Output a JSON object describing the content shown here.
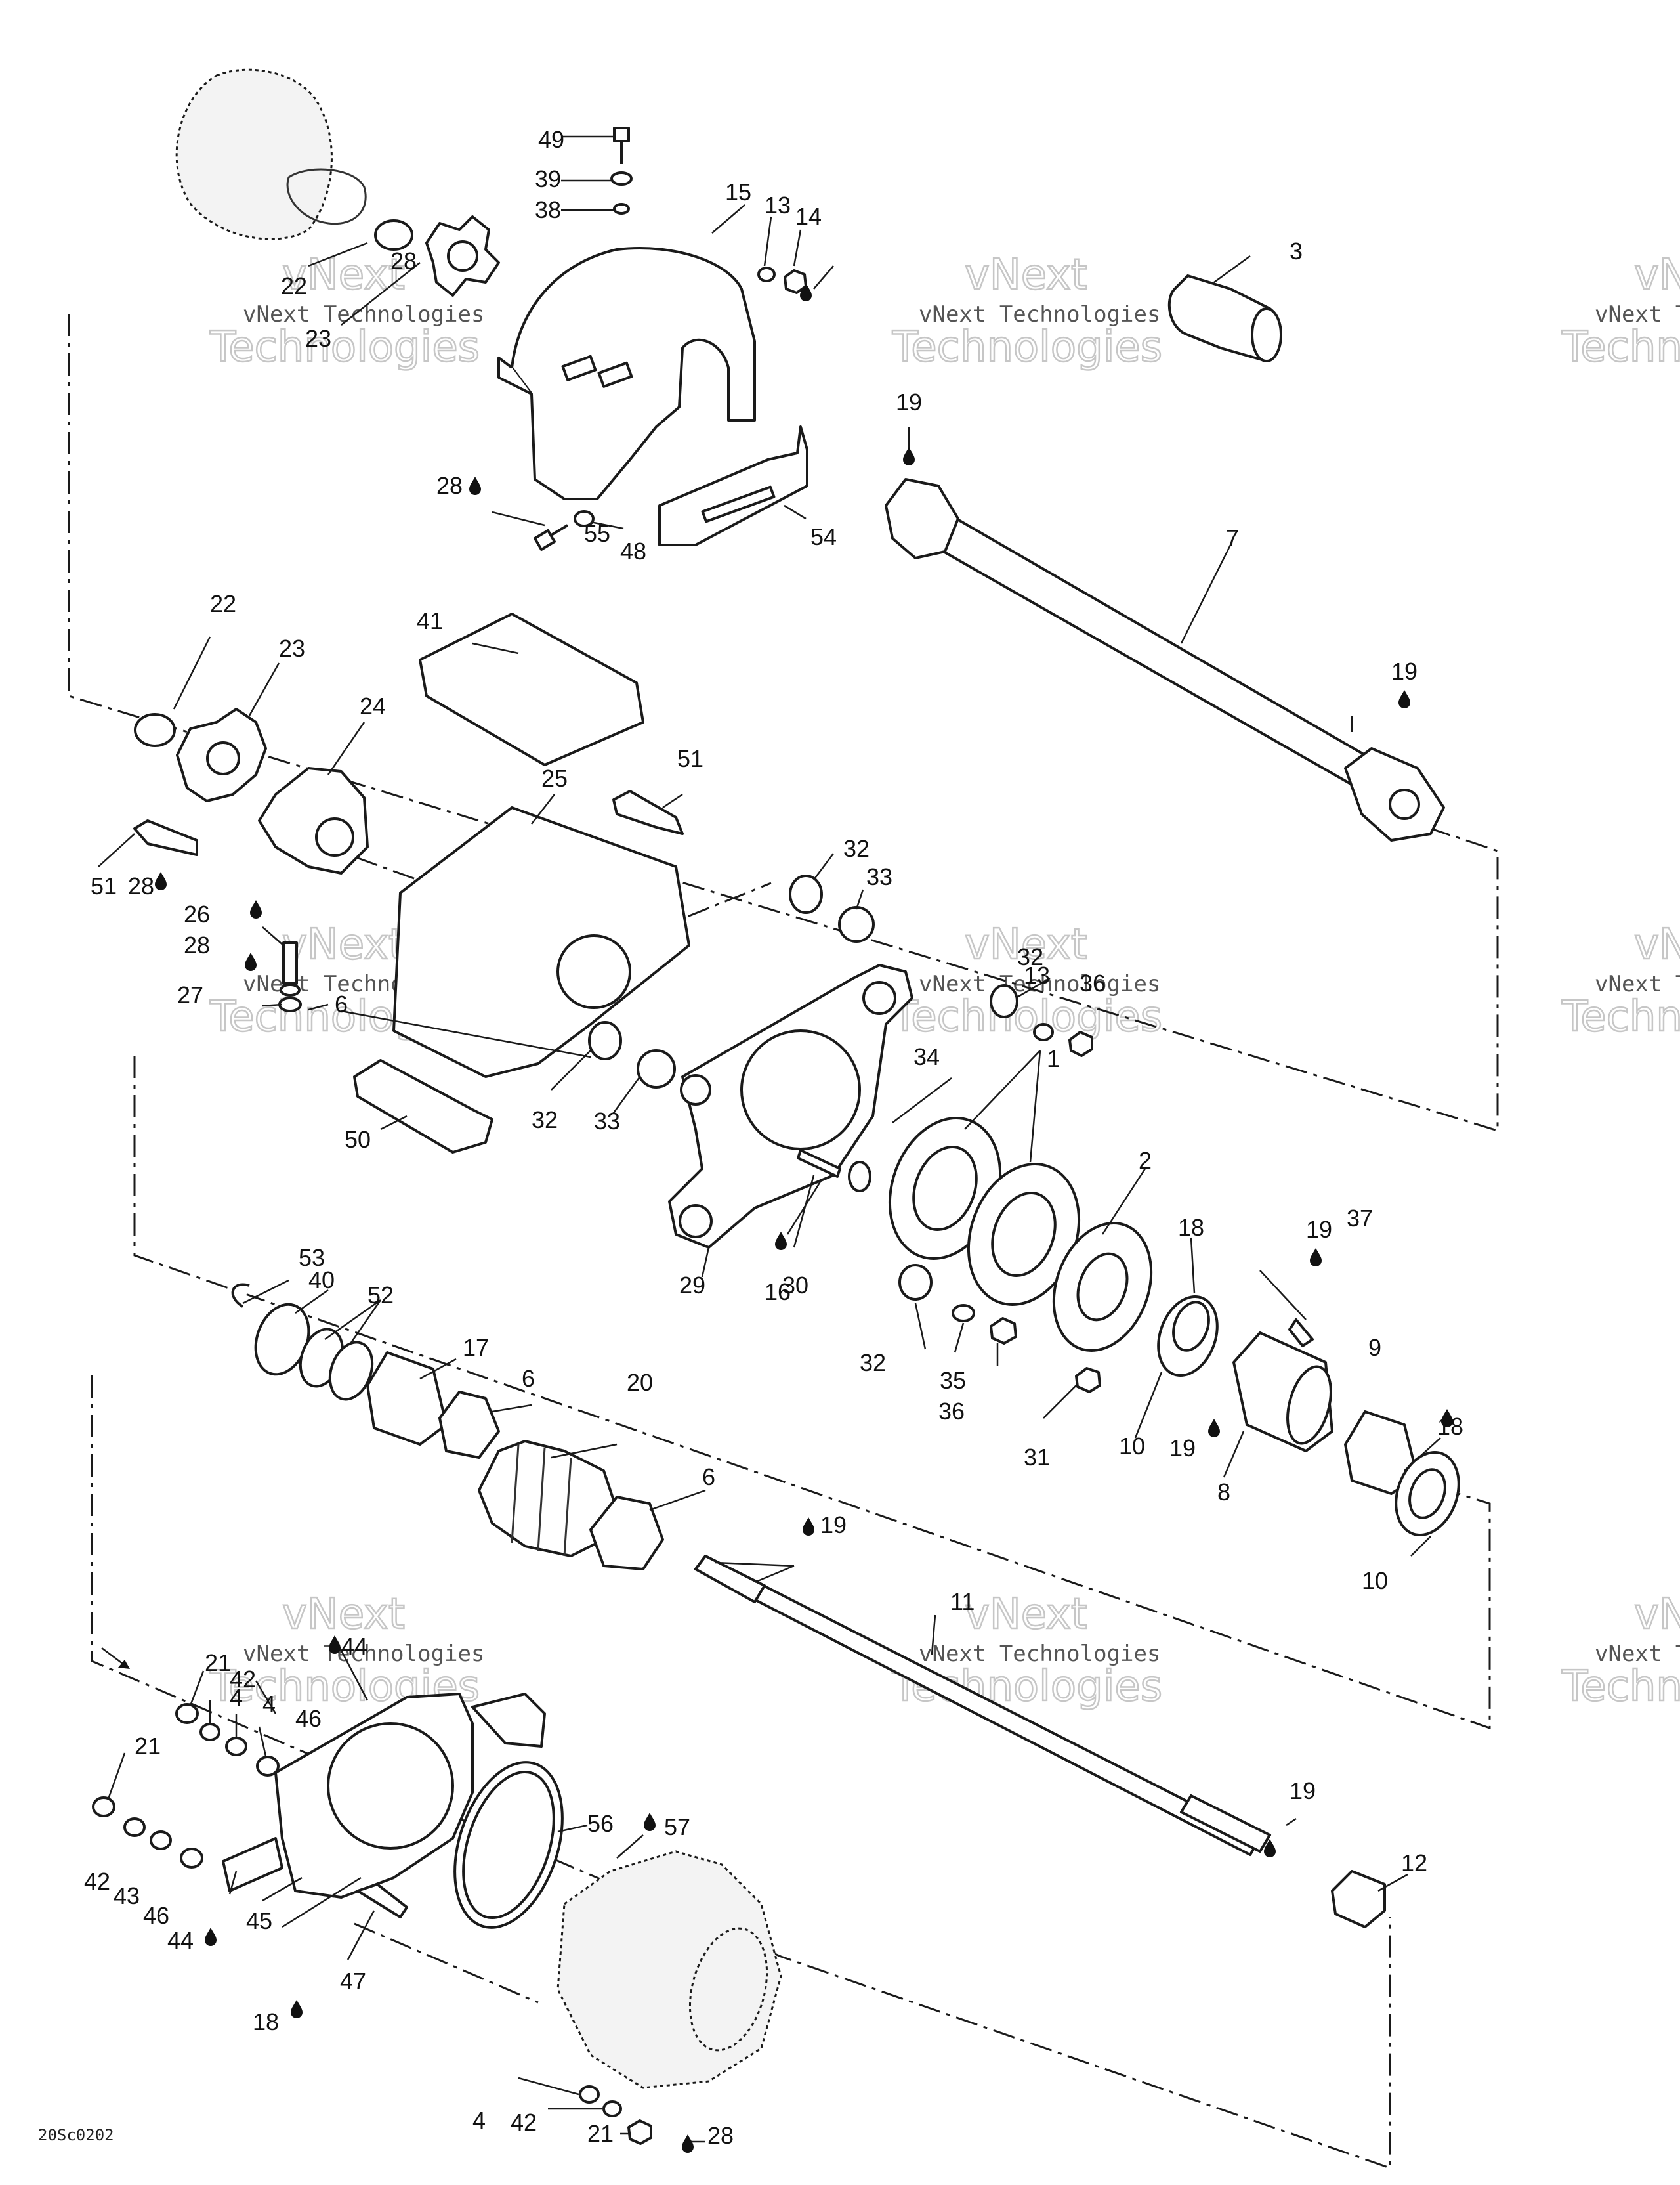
{
  "diagram": {
    "drawing_code": "20Sc0202",
    "watermark": {
      "line1": "vNext Technologies",
      "line2": "vNext",
      "line3": "Technologies"
    },
    "callouts": [
      "1",
      "2",
      "3",
      "4",
      "4",
      "4",
      "6",
      "6",
      "6",
      "7",
      "8",
      "9",
      "10",
      "10",
      "11",
      "12",
      "13",
      "13",
      "14",
      "15",
      "16",
      "17",
      "18",
      "18",
      "18",
      "19",
      "19",
      "19",
      "19",
      "19",
      "19",
      "20",
      "21",
      "21",
      "21",
      "22",
      "22",
      "23",
      "23",
      "24",
      "25",
      "26",
      "27",
      "28",
      "28",
      "28",
      "28",
      "28",
      "29",
      "30",
      "31",
      "32",
      "32",
      "32",
      "32",
      "33",
      "33",
      "34",
      "35",
      "36",
      "36",
      "37",
      "38",
      "39",
      "40",
      "41",
      "42",
      "42",
      "42",
      "43",
      "44",
      "44",
      "45",
      "46",
      "46",
      "47",
      "48",
      "49",
      "50",
      "51",
      "51",
      "52",
      "53",
      "54",
      "55",
      "56",
      "57"
    ]
  }
}
